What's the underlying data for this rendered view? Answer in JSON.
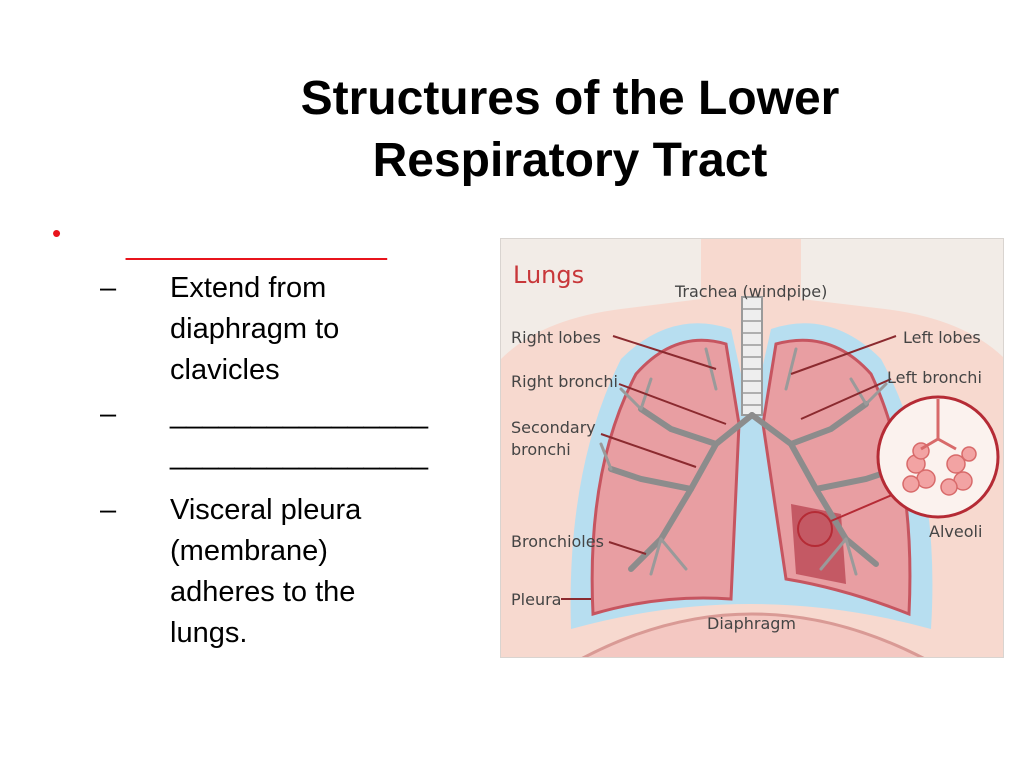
{
  "slide": {
    "title_line1": "Structures of the Lower",
    "title_line2": "Respiratory Tract",
    "bullet_symbol": "•",
    "bullet_blank": "________________",
    "dash_symbol": "–",
    "items": [
      {
        "lines": [
          "Extend from",
          "diaphragm to",
          "clavicles"
        ]
      },
      {
        "lines": [
          "________________",
          "________________"
        ]
      },
      {
        "lines": [
          "Visceral pleura",
          "(membrane)",
          "adheres to the",
          "lungs."
        ]
      }
    ]
  },
  "figure": {
    "heading": "Lungs",
    "labels": {
      "trachea": "Trachea (windpipe)",
      "right_lobes": "Right lobes",
      "right_bronchi": "Right bronchi",
      "secondary_bronchi_1": "Secondary",
      "secondary_bronchi_2": "bronchi",
      "bronchioles": "Bronchioles",
      "pleura": "Pleura",
      "diaphragm": "Diaphragm",
      "left_lobes": "Left lobes",
      "left_bronchi": "Left bronchi",
      "alveoli": "Alveoli"
    },
    "colors": {
      "heading": "#c8373a",
      "lung_fill": "#e89ea2",
      "lung_edge": "#c65560",
      "pleura": "#a9d8ef",
      "accent_bullet": "#e8141c"
    }
  }
}
